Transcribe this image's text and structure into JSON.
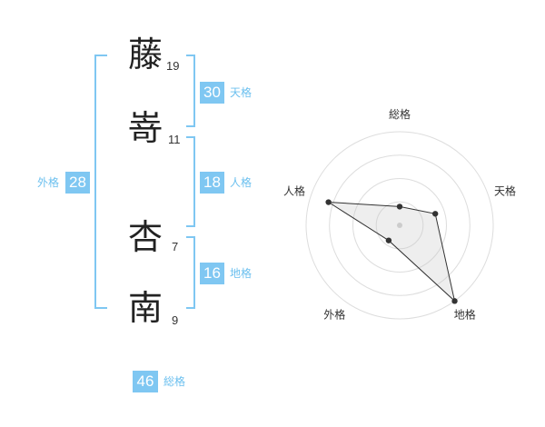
{
  "name": {
    "chars": [
      {
        "char": "藤",
        "strokes": "19"
      },
      {
        "char": "嵜",
        "strokes": "11"
      },
      {
        "char": "杏",
        "strokes": "7"
      },
      {
        "char": "南",
        "strokes": "9"
      }
    ]
  },
  "kaku": {
    "tenkaku": {
      "value": "30",
      "label": "天格"
    },
    "jinkaku": {
      "value": "18",
      "label": "人格"
    },
    "chikaku": {
      "value": "16",
      "label": "地格"
    },
    "gaikaku": {
      "value": "28",
      "label": "外格"
    },
    "soukaku": {
      "value": "46",
      "label": "総格"
    }
  },
  "chart_data": {
    "type": "radar",
    "axes": [
      "総格",
      "天格",
      "地格",
      "外格",
      "人格"
    ],
    "values": [
      1,
      2,
      5,
      1,
      4
    ],
    "range": [
      0,
      5
    ],
    "rings": 4
  }
}
